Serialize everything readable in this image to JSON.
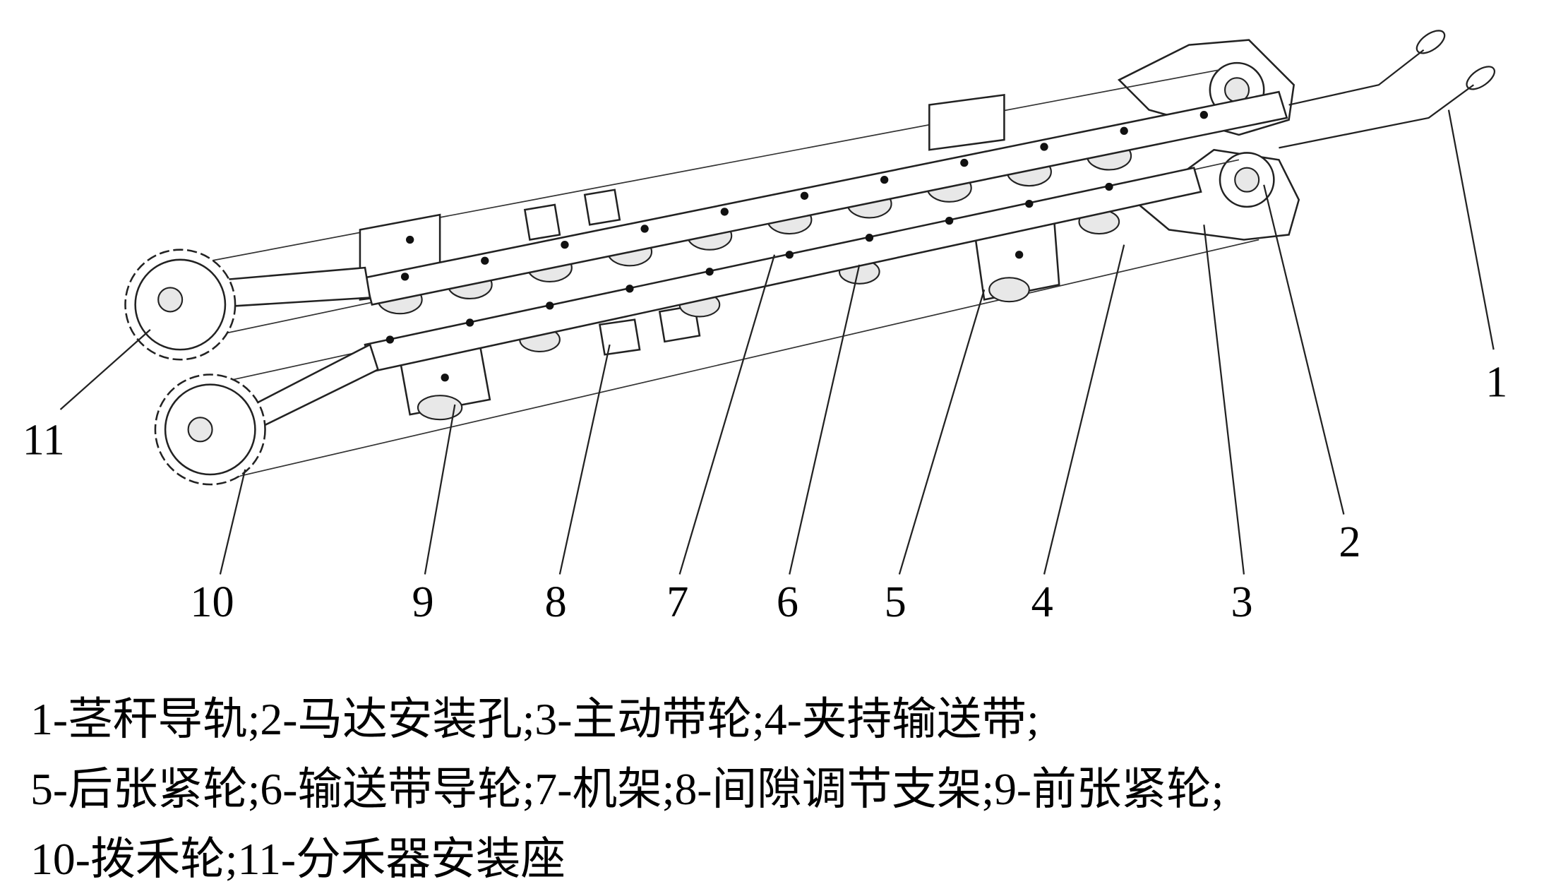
{
  "labels": [
    "1",
    "2",
    "3",
    "4",
    "5",
    "6",
    "7",
    "8",
    "9",
    "10",
    "11"
  ],
  "caption": {
    "line1": "1-茎秆导轨;2-马达安装孔;3-主动带轮;4-夹持输送带;",
    "line2": "5-后张紧轮;6-输送带导轮;7-机架;8-间隙调节支架;9-前张紧轮;",
    "line3": "10-拨禾轮;11-分禾器安装座"
  }
}
